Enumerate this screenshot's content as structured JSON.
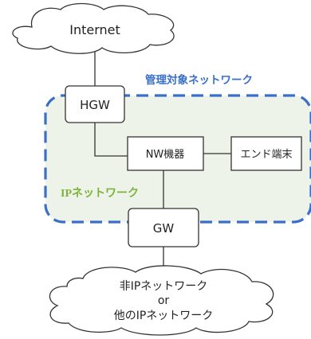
{
  "nodes": {
    "internet": "Internet",
    "hgw": "HGW",
    "nw_device": "NW機器",
    "end_terminal": "エンド端末",
    "gw": "GW",
    "bottom_cloud": {
      "line1": "非IPネットワーク",
      "line2": "or",
      "line3": "他のIPネットワーク"
    }
  },
  "regions": {
    "managed_network": "管理対象ネットワーク",
    "ip_network": "IPネットワーク"
  },
  "colors": {
    "managed_border": "#3a6fc9",
    "managed_fill": "#edf3e8",
    "ip_label": "#7db33c",
    "line": "#333333"
  }
}
